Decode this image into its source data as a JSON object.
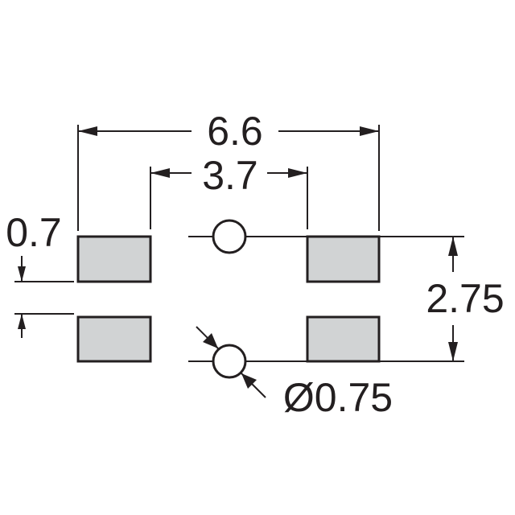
{
  "dimensions": {
    "overall_width": "6.6",
    "inner_spacing": "3.7",
    "pad_gap": "0.7",
    "row_pitch": "2.75",
    "hole_diameter": "Ø0.75"
  },
  "colors": {
    "line": "#231f20",
    "pad_fill": "#d1d3d4",
    "background": "#ffffff"
  }
}
